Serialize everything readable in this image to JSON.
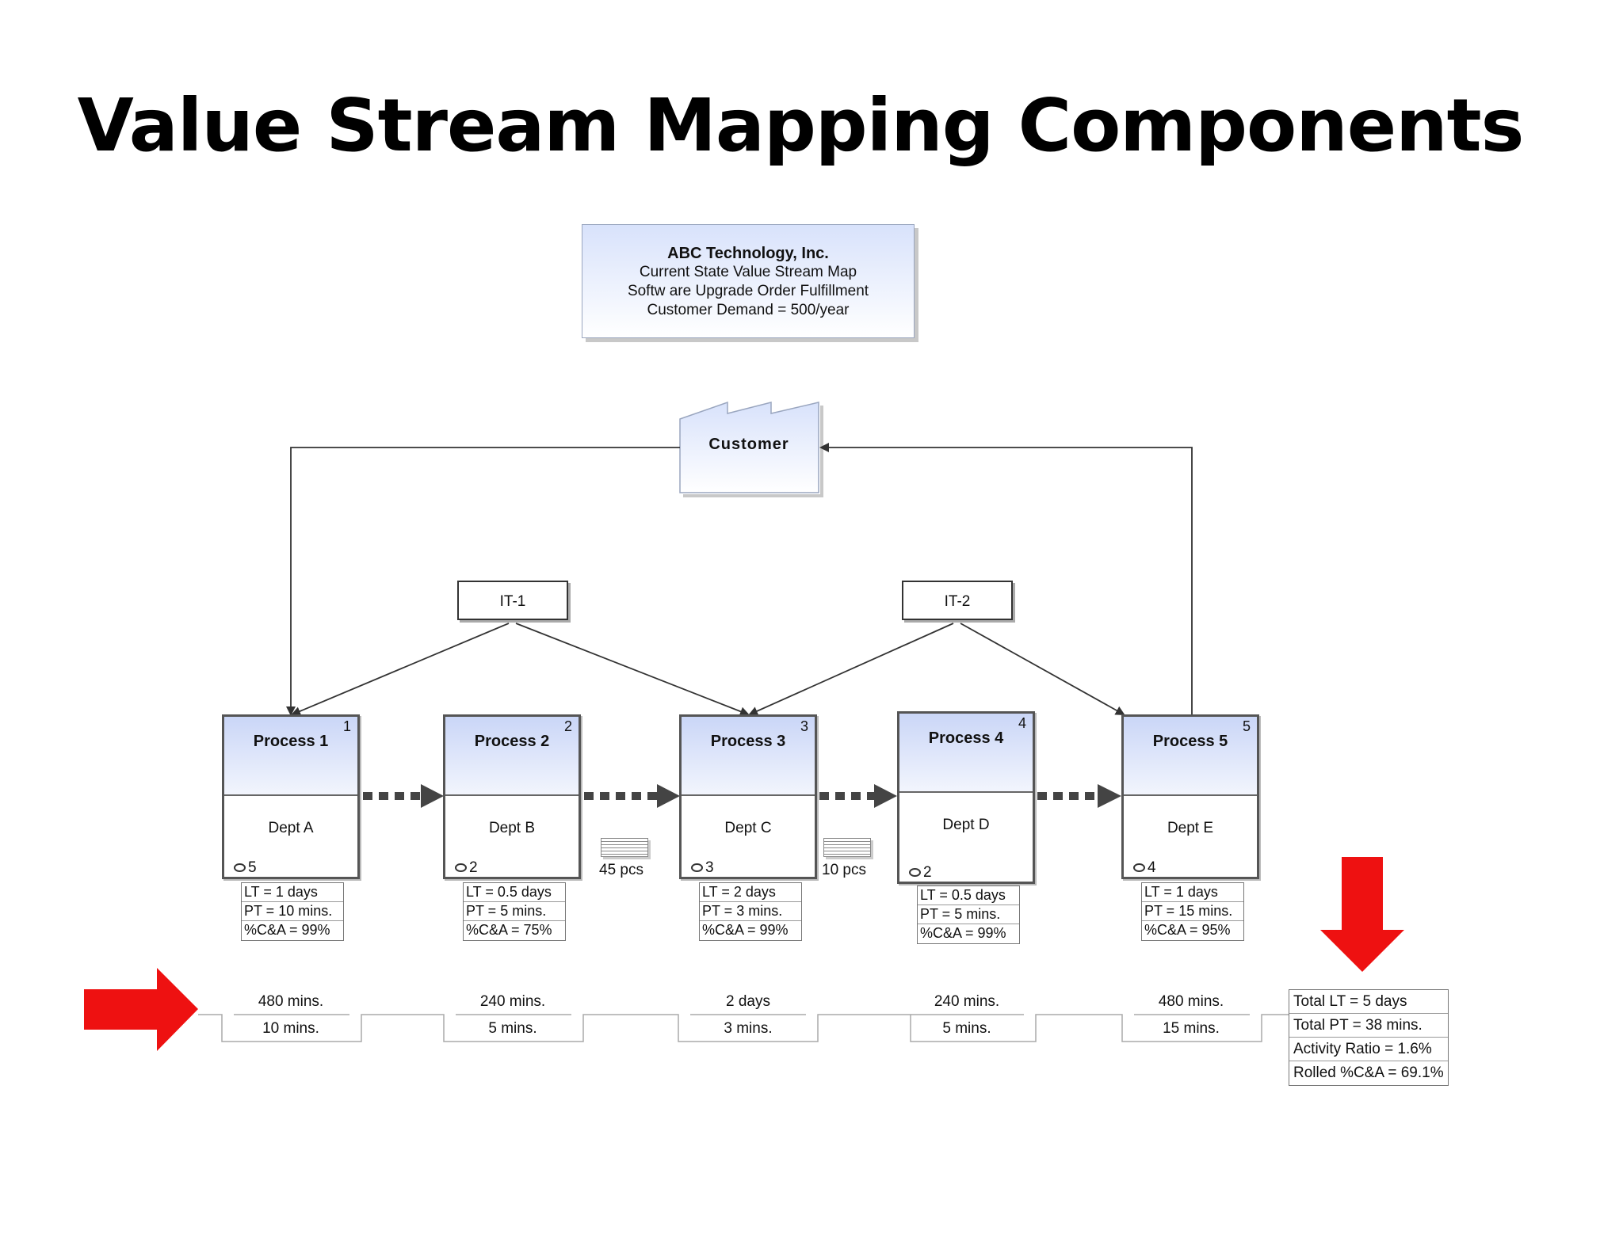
{
  "title": "Value Stream Mapping Components",
  "header": {
    "company": "ABC Technology, Inc.",
    "line1": "Current State Value Stream Map",
    "line2": "Softw are Upgrade Order Fulfillment",
    "line3": "Customer Demand = 500/year"
  },
  "customer": "Customer",
  "it_systems": [
    "IT-1",
    "IT-2"
  ],
  "processes": [
    {
      "name": "Process 1",
      "number": "1",
      "dept": "Dept A",
      "operators": "5",
      "lt": "LT = 1 days",
      "pt": "PT = 10 mins.",
      "ca": "%C&A = 99%"
    },
    {
      "name": "Process 2",
      "number": "2",
      "dept": "Dept B",
      "operators": "2",
      "lt": "LT = 0.5 days",
      "pt": "PT = 5 mins.",
      "ca": "%C&A = 75%"
    },
    {
      "name": "Process 3",
      "number": "3",
      "dept": "Dept C",
      "operators": "3",
      "lt": "LT = 2 days",
      "pt": "PT = 3 mins.",
      "ca": "%C&A = 99%"
    },
    {
      "name": "Process 4",
      "number": "4",
      "dept": "Dept D",
      "operators": "2",
      "lt": "LT = 0.5 days",
      "pt": "PT = 5 mins.",
      "ca": "%C&A = 99%"
    },
    {
      "name": "Process 5",
      "number": "5",
      "dept": "Dept E",
      "operators": "4",
      "lt": "LT = 1 days",
      "pt": "PT = 15 mins.",
      "ca": "%C&A = 95%"
    }
  ],
  "inventory": [
    "45 pcs",
    "10 pcs"
  ],
  "timeline": [
    {
      "lead": "480 mins.",
      "process": "10 mins."
    },
    {
      "lead": "240 mins.",
      "process": "5 mins."
    },
    {
      "lead": "2 days",
      "process": "3 mins."
    },
    {
      "lead": "240 mins.",
      "process": "5 mins."
    },
    {
      "lead": "480 mins.",
      "process": "15 mins."
    }
  ],
  "summary": {
    "total_lt": "Total LT = 5 days",
    "total_pt": "Total PT = 38 mins.",
    "activity_ratio": "Activity Ratio = 1.6%",
    "rolled_ca": "Rolled %C&A = 69.1%"
  },
  "colors": {
    "accent_red": "#ee1111",
    "process_header": "#cad6f7",
    "push_arrow": "#444444"
  }
}
